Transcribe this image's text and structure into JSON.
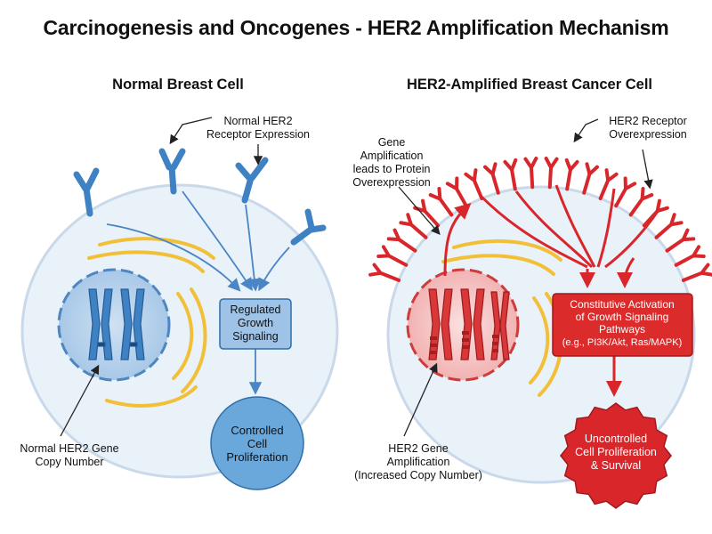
{
  "title": "Carcinogenesis and Oncogenes - HER2 Amplification Mechanism",
  "left_panel": {
    "title": "Normal Breast Cell",
    "receptor_label": [
      "Normal HER2",
      "Receptor Expression"
    ],
    "signal_box": [
      "Regulated",
      "Growth",
      "Signaling"
    ],
    "outcome": [
      "Controlled",
      "Cell",
      "Proliferation"
    ],
    "gene_label": [
      "Normal HER2 Gene",
      "Copy Number"
    ]
  },
  "right_panel": {
    "title": "HER2-Amplified Breast Cancer Cell",
    "receptor_label": [
      "HER2 Receptor",
      "Overexpression"
    ],
    "amplification_label": [
      "Gene",
      "Amplification",
      "leads to Protein",
      "Overexpression"
    ],
    "signal_box": [
      "Constitutive Activation",
      "of Growth Signaling",
      "Pathways",
      "(e.g., PI3K/Akt, Ras/MAPK)"
    ],
    "outcome": [
      "Uncontrolled",
      "Cell Proliferation",
      "& Survival"
    ],
    "gene_label": [
      "HER2 Gene",
      "Amplification",
      "(Increased Copy Number)"
    ]
  },
  "colors": {
    "normal_blue": "#5b9bd5",
    "normal_dark": "#2d6da8",
    "cancer_red": "#d9262b",
    "cancer_dark": "#9e1a1e",
    "membrane": "#e8f0f8",
    "er_yellow": "#f3c340"
  }
}
